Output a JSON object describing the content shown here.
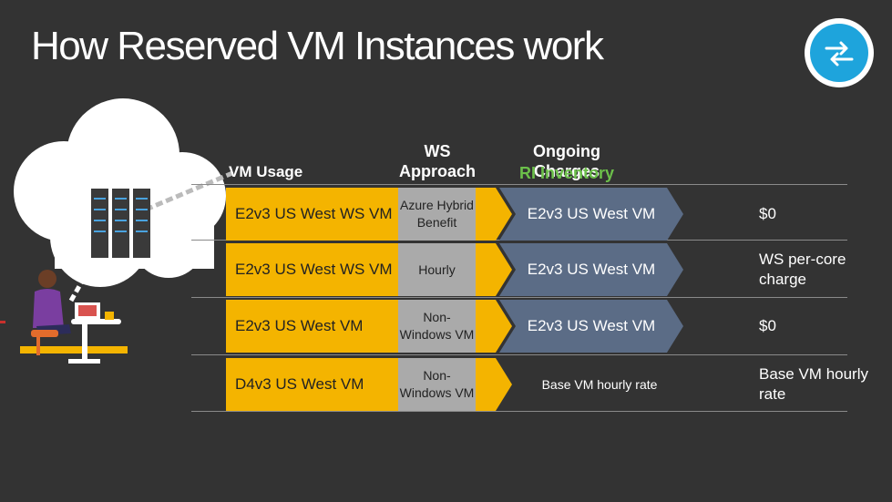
{
  "title": "How Reserved VM Instances work",
  "colors": {
    "background": "#333333",
    "usage": "#f4b400",
    "approach": "#aaaaaa",
    "inventory": "#5b6c86",
    "ri_label": "#6cc04a",
    "logo": "#1ea4dc"
  },
  "headers": {
    "vm_usage": "VM Usage",
    "ws_approach": "WS Approach",
    "ongoing_charges": "Ongoing Charges",
    "ri_inventory": "RI Inventory"
  },
  "rows": [
    {
      "usage": "E2v3 US West WS VM",
      "approach": "Azure Hybrid Benefit",
      "inventory": "E2v3 US West VM",
      "charge": "$0"
    },
    {
      "usage": "E2v3 US West WS VM",
      "approach": "Hourly",
      "inventory": "E2v3 US West VM",
      "charge": "WS per-core charge"
    },
    {
      "usage": "E2v3 US West VM",
      "approach": "Non-Windows VM",
      "inventory": "E2v3 US West VM",
      "charge": "$0"
    },
    {
      "usage": "D4v3 US West VM",
      "approach": "Non-Windows VM",
      "inventory": "Base VM hourly rate",
      "charge": "Base VM hourly rate"
    }
  ],
  "icons": [
    "cloud-icon",
    "server-rack-icon",
    "person-at-desk-icon",
    "swap-arrows-icon"
  ]
}
